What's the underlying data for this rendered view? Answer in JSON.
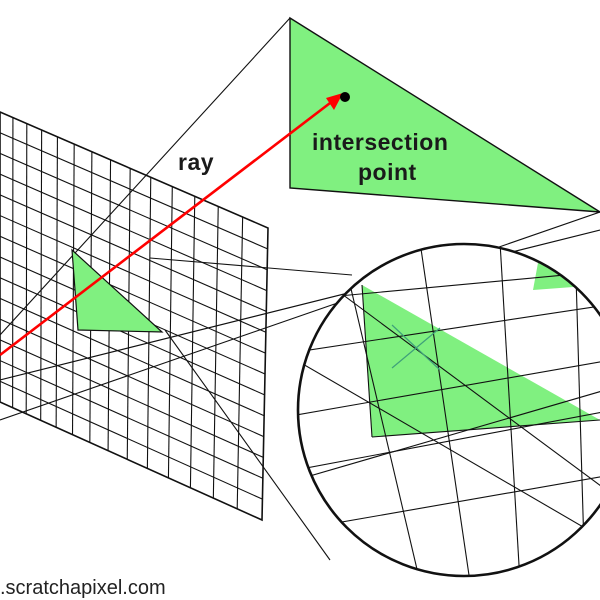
{
  "labels": {
    "ray": "ray",
    "intersection_line1": "intersection",
    "intersection_line2": "point",
    "credit": ".scratchapixel.com"
  },
  "colors": {
    "triangle_fill": "#80f080",
    "ray": "#ff0000",
    "lines": "#111111",
    "point": "#000000",
    "background": "#ffffff"
  },
  "icons": [
    "triangle-shape",
    "intersection-dot",
    "magnifier-circle",
    "pixel-grid"
  ]
}
